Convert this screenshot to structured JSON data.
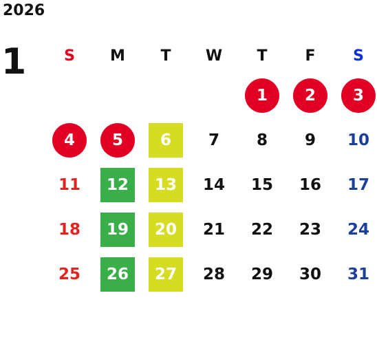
{
  "year": "2026",
  "month": "1",
  "weekdays": [
    "S",
    "M",
    "T",
    "W",
    "T",
    "F",
    "S"
  ],
  "weeks": [
    [
      "",
      "",
      "",
      "",
      "1",
      "2",
      "3"
    ],
    [
      "4",
      "5",
      "6",
      "7",
      "8",
      "9",
      "10"
    ],
    [
      "11",
      "12",
      "13",
      "14",
      "15",
      "16",
      "17"
    ],
    [
      "18",
      "19",
      "20",
      "21",
      "22",
      "23",
      "24"
    ],
    [
      "25",
      "26",
      "27",
      "28",
      "29",
      "30",
      "31"
    ]
  ],
  "colors": {
    "holiday": "#e10023",
    "green": "#3aae48",
    "lime": "#d6dc22",
    "sunday_text": "#e0241e",
    "saturday_text": "#1d3f9c"
  }
}
